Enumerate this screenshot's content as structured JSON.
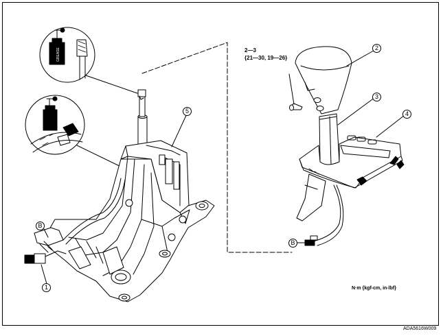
{
  "callouts": {
    "c1": "1",
    "c2": "2",
    "c3": "3",
    "c4": "4",
    "c5": "5",
    "b_left": "B",
    "b_right": "B"
  },
  "torque": {
    "range": "2—3",
    "values": "{21—30, 19—26}"
  },
  "units_note": "N·m {kgf-cm, in-lbf}",
  "figure_code": "ADA5616W009",
  "grease_label": "GREASE",
  "icons": [
    "grease-can-icon",
    "grease-can-icon"
  ]
}
